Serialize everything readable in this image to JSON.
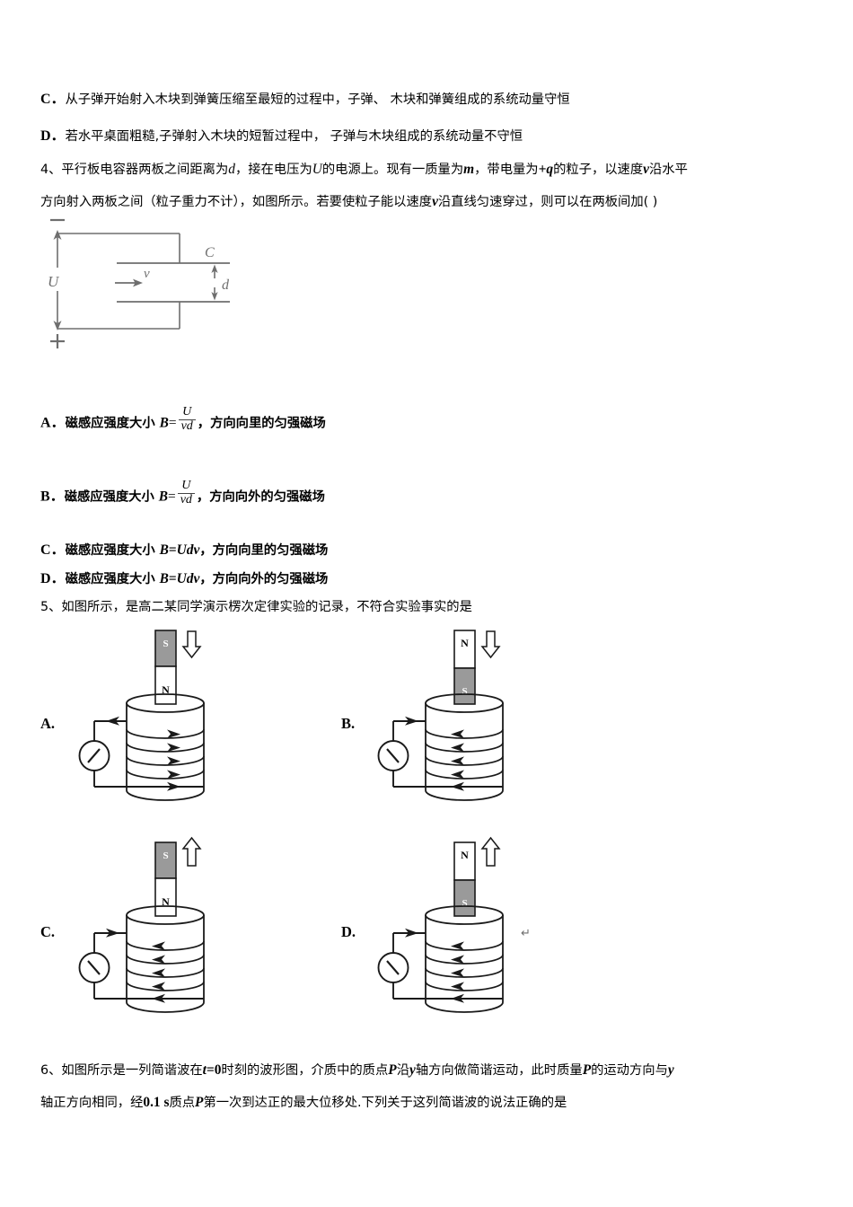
{
  "document": {
    "type": "physics-exam-paper",
    "page_background": "#ffffff",
    "text_color": "#000000",
    "figure_line_color": "#1a1a1a",
    "capacitor_line_color": "#6e6e6e"
  },
  "question_3_options": {
    "c": {
      "letter": "C．",
      "text": "从子弹开始射入木块到弹簧压缩至最短的过程中，子弹、 木块和弹簧组成的系统动量守恒"
    },
    "d": {
      "letter": "D．",
      "text": "若水平桌面粗糙,子弹射入木块的短暂过程中， 子弹与木块组成的系统动量不守恒"
    }
  },
  "question_4": {
    "number": "4、",
    "line1_a": "平行板电容器两板之间距离为",
    "line1_var_d": "d",
    "line1_b": "，接在电压为",
    "line1_var_U": "U",
    "line1_c": "的电源上。现有一质量为",
    "line1_var_m": "m",
    "line1_d": "，带电量为",
    "line1_var_q": "+q",
    "line1_e": "的粒子，以速度",
    "line1_var_v": "v",
    "line1_f": "沿水平",
    "line2_a": "方向射入两板之间（粒子重力不计），如图所示。若要使粒子能以速度",
    "line2_var_v": "v",
    "line2_b": "沿直线匀速穿过，则可以在两板间加(  )",
    "figure": {
      "name": "parallel-plate-capacitor",
      "label_minus": "−",
      "label_plus": "+",
      "label_voltage": "U",
      "label_capacitor": "C",
      "label_gap": "d",
      "label_velocity": "v"
    },
    "options": [
      {
        "letter": "A．",
        "pre": "磁感应强度大小 ",
        "symbol": "B",
        "eq": "=",
        "frac_num": "U",
        "frac_den": "vd",
        "post": "，方向向里的匀强磁场"
      },
      {
        "letter": "B．",
        "pre": "磁感应强度大小 ",
        "symbol": "B",
        "eq": "=",
        "frac_num": "U",
        "frac_den": "vd",
        "post": "，方向向外的匀强磁场"
      },
      {
        "letter": "C．",
        "pre": "磁感应强度大小 ",
        "symbol": "B",
        "eq": "=",
        "inline_expr": "Udv",
        "post": "，方向向里的匀强磁场"
      },
      {
        "letter": "D．",
        "pre": "磁感应强度大小 ",
        "symbol": "B",
        "eq": "=",
        "inline_expr": "Udv",
        "post": "，方向向外的匀强磁场"
      }
    ]
  },
  "question_5": {
    "number": "5、",
    "text": "如图所示，是高二某同学演示楞次定律实验的记录，不符合实验事实的是",
    "figures": [
      {
        "label": "A.",
        "magnet_top_pole": "S",
        "magnet_bottom_pole": "N",
        "top_half_shaded": true,
        "motion_arrow": "down",
        "current_arrow_direction": "right",
        "meter_needle": "up-right"
      },
      {
        "label": "B.",
        "magnet_top_pole": "N",
        "magnet_bottom_pole": "S",
        "top_half_shaded": false,
        "motion_arrow": "down",
        "current_arrow_direction": "left",
        "meter_needle": "down-right"
      },
      {
        "label": "C.",
        "magnet_top_pole": "S",
        "magnet_bottom_pole": "N",
        "top_half_shaded": true,
        "motion_arrow": "up",
        "current_arrow_direction": "left",
        "meter_needle": "down-right"
      },
      {
        "label": "D.",
        "magnet_top_pole": "N",
        "magnet_bottom_pole": "S",
        "top_half_shaded": false,
        "motion_arrow": "up",
        "current_arrow_direction": "left",
        "meter_needle": "down-right",
        "pilcrow_mark": "↵"
      }
    ]
  },
  "question_6": {
    "number": "6、",
    "line1_a": "如图所示是一列简谐波在",
    "line1_t": "t",
    "line1_eq": "=0",
    "line1_b": "时刻的波形图，介质中的质点",
    "line1_P": "P",
    "line1_c": "沿",
    "line1_y": "y",
    "line1_d": "轴方向做简谐运动，此时质量",
    "line1_P2": "P",
    "line1_e": "的运动方向与",
    "line1_y2": "y",
    "line2_a": "轴正方向相同，经",
    "line2_time": "0.1 s",
    "line2_b": "质点",
    "line2_P": "P",
    "line2_c": "第一次到达正的最大位移处.下列关于这列简谐波的说法正确的是"
  }
}
